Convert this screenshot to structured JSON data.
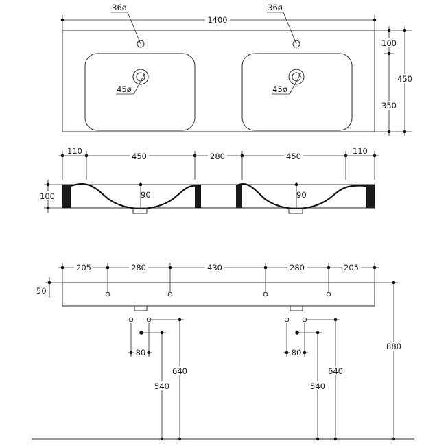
{
  "top_view": {
    "overall_width": "1400",
    "tap_hole_left": "36ø",
    "tap_hole_right": "36ø",
    "drain_left": "45ø",
    "drain_right": "45ø",
    "dim_100": "100",
    "dim_350": "350",
    "overall_depth": "450"
  },
  "section_view": {
    "dim_110_left": "110",
    "dim_450_left": "450",
    "dim_280": "280",
    "dim_450_right": "450",
    "dim_110_right": "110",
    "height": "100",
    "depth_left": "90",
    "depth_right": "90"
  },
  "front_view": {
    "dim_205_left": "205",
    "dim_280_left": "280",
    "dim_430": "430",
    "dim_280_right": "280",
    "dim_205_right": "205",
    "thickness": "50",
    "total_height": "880",
    "left_supply_spacing": "80",
    "left_supply_height": "540",
    "left_waste_height": "640",
    "right_supply_spacing": "80",
    "right_supply_height": "540",
    "right_waste_height": "640"
  }
}
